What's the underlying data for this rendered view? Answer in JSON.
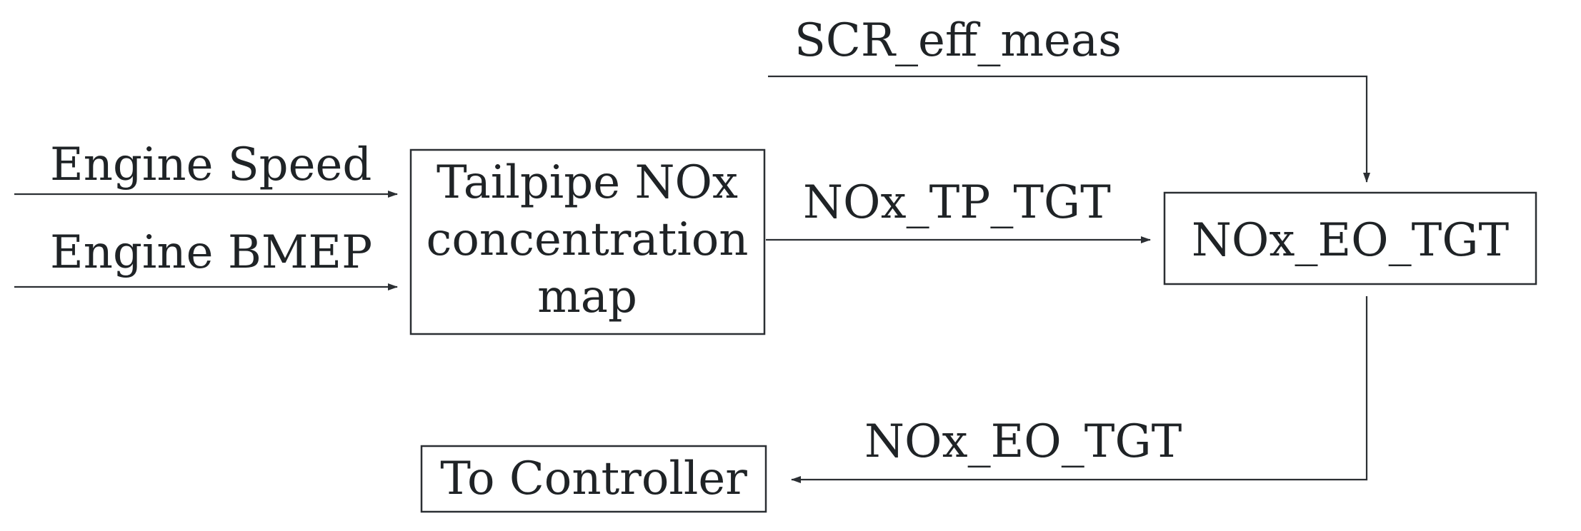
{
  "diagram": {
    "inputs": {
      "engine_speed": "Engine Speed",
      "engine_bmep": "Engine BMEP"
    },
    "blocks": {
      "map": {
        "line1": "Tailpipe NOx",
        "line2": "concentration",
        "line3": "map"
      },
      "target": "NOx_EO_TGT",
      "controller": "To Controller"
    },
    "signals": {
      "scr_eff": "SCR_eff_meas",
      "tp_target": "NOx_TP_TGT",
      "eo_target": "NOx_EO_TGT"
    },
    "colors": {
      "ink": "#1f2326",
      "line": "#2b2f33"
    }
  }
}
